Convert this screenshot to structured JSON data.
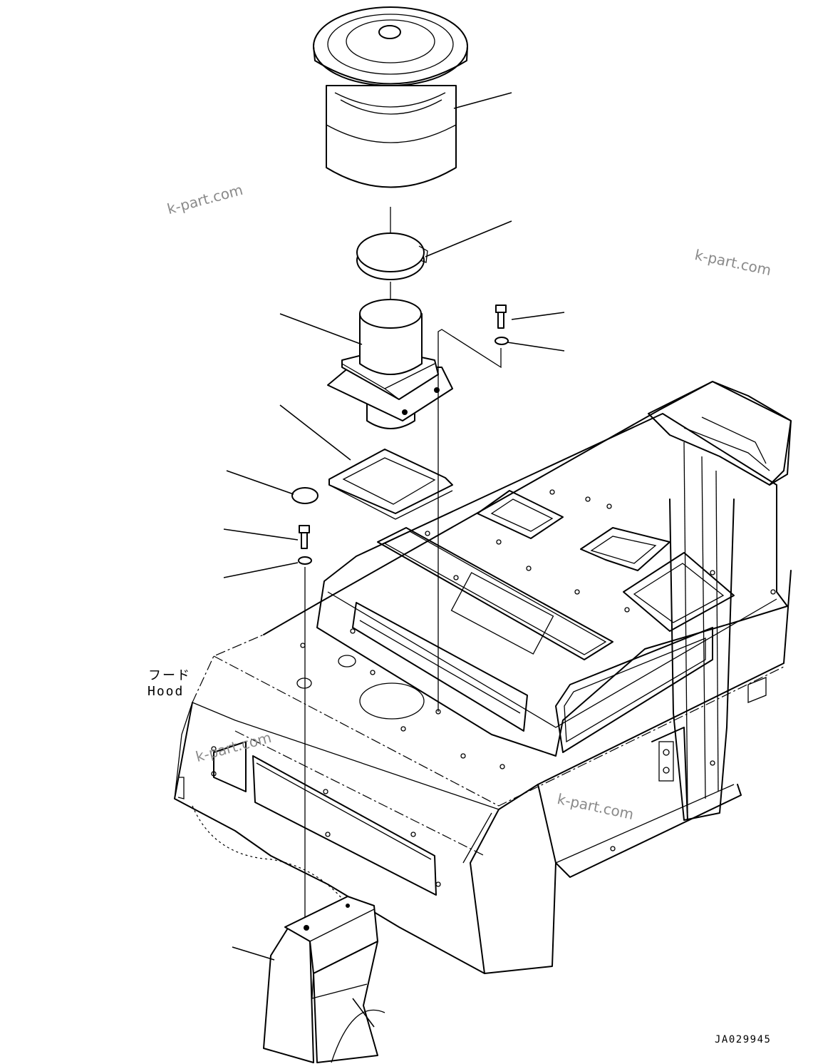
{
  "hood_label": {
    "japanese": "フード",
    "english": "Hood"
  },
  "drawing_code": "JA029945",
  "watermarks": [
    "k-part.com",
    "k-part.com",
    "k-part.com",
    "k-part.com"
  ],
  "colors": {
    "line": "#000000",
    "background": "#ffffff",
    "watermark": "#8a8a8a"
  }
}
